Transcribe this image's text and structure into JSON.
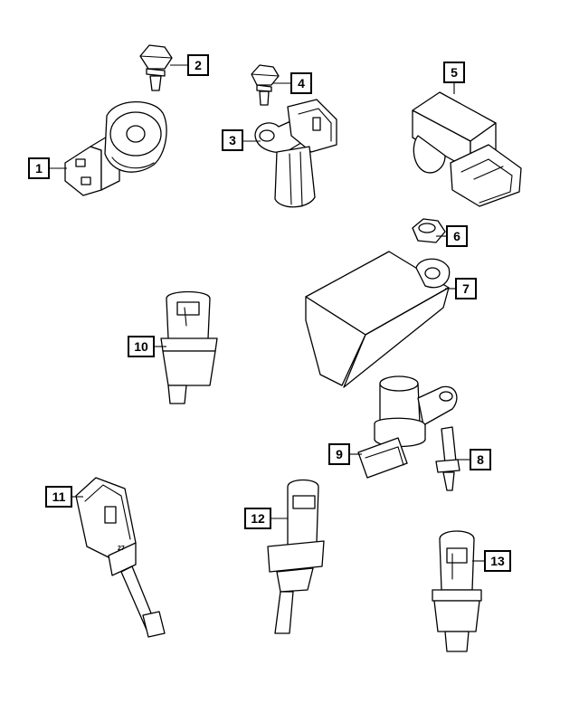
{
  "callouts": [
    {
      "id": "c1",
      "label": "1"
    },
    {
      "id": "c2",
      "label": "2"
    },
    {
      "id": "c3",
      "label": "3"
    },
    {
      "id": "c4",
      "label": "4"
    },
    {
      "id": "c5",
      "label": "5"
    },
    {
      "id": "c6",
      "label": "6"
    },
    {
      "id": "c7",
      "label": "7"
    },
    {
      "id": "c8",
      "label": "8"
    },
    {
      "id": "c9",
      "label": "9"
    },
    {
      "id": "c10",
      "label": "10"
    },
    {
      "id": "c11",
      "label": "11"
    },
    {
      "id": "c12",
      "label": "12"
    },
    {
      "id": "c13",
      "label": "13"
    }
  ],
  "part_markings": {
    "part11_marking": "27"
  }
}
